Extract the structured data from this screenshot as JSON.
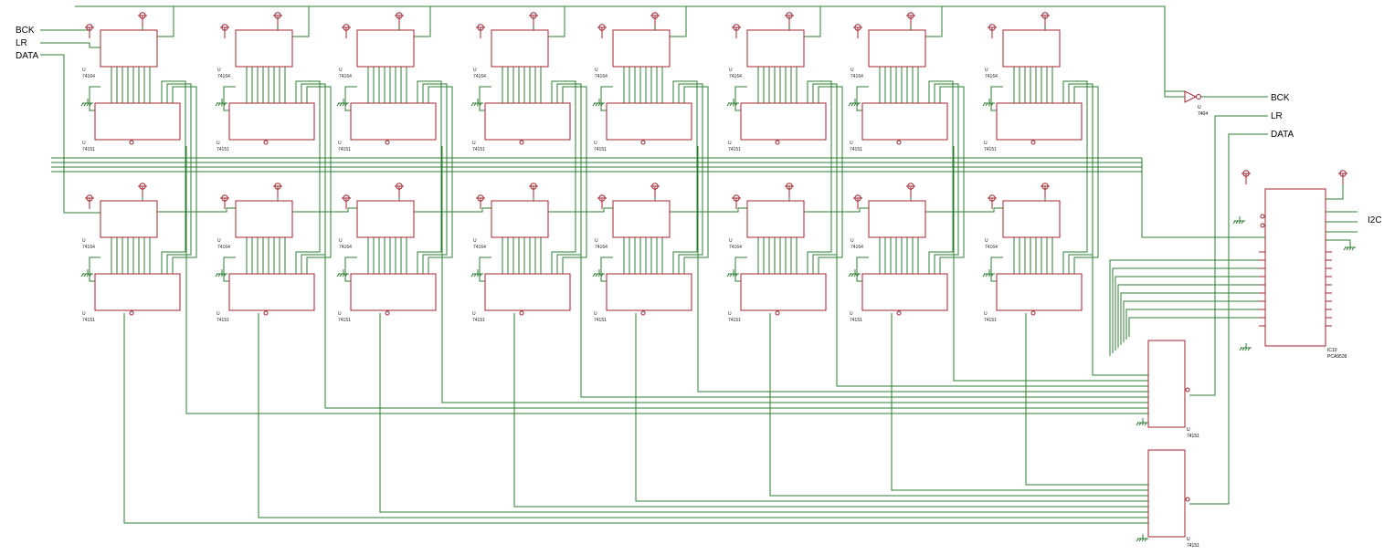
{
  "inputs": [
    "BCK",
    "LR",
    "DATA"
  ],
  "outputs": {
    "bck": "BCK",
    "lr": "LR",
    "data": "DATA",
    "i2c": "I2C"
  },
  "chip_labels": {
    "shift": "74164",
    "mux": "74151",
    "inverter": "7404",
    "expander_ref": "IC10",
    "expander_part": "PCA9539",
    "unit": "U"
  },
  "colors": {
    "component": "#a0262e",
    "wire": "#2e7d32",
    "text": "#222222"
  }
}
